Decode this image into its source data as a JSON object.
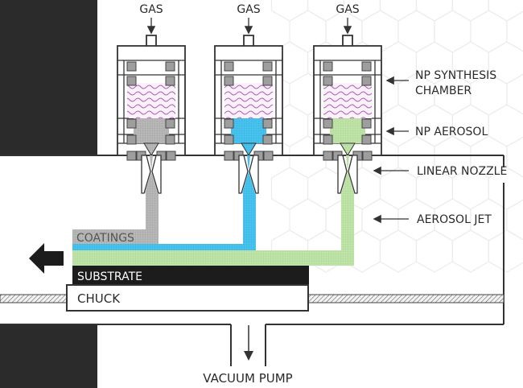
{
  "diagram": {
    "title": "Nanoparticle aerosol jet coating system",
    "chambers": [
      {
        "gas_label": "GAS",
        "aerosol_name": "gray",
        "aerosol_color": "#b8b8b8"
      },
      {
        "gas_label": "GAS",
        "aerosol_name": "blue",
        "aerosol_color": "#49c3ee"
      },
      {
        "gas_label": "GAS",
        "aerosol_name": "green",
        "aerosol_color": "#b8e0a2"
      }
    ],
    "labels": {
      "np_synthesis_chamber_line1": "NP SYNTHESIS",
      "np_synthesis_chamber_line2": "CHAMBER",
      "np_aerosol": "NP AEROSOL",
      "linear_nozzle": "LINEAR NOZZLE",
      "aerosol_jet": "AEROSOL JET",
      "coatings": "COATINGS",
      "substrate": "SUBSTRATE",
      "chuck": "CHUCK",
      "vacuum_pump": "VACUUM PUMP"
    },
    "colors": {
      "synthesis_wave": "#b060b8",
      "synthesis_fill": "#f6e8f6",
      "seal_block": "#9a9a9a",
      "substrate": "#1c1c1c",
      "outline": "#333333",
      "background_dark": "#2b2b2b"
    },
    "icons": {
      "motion_arrow": "arrow-left-icon",
      "gas_arrow": "arrow-down-icon",
      "pump_arrow": "arrow-down-icon",
      "label_pointer": "arrow-left-icon"
    }
  }
}
